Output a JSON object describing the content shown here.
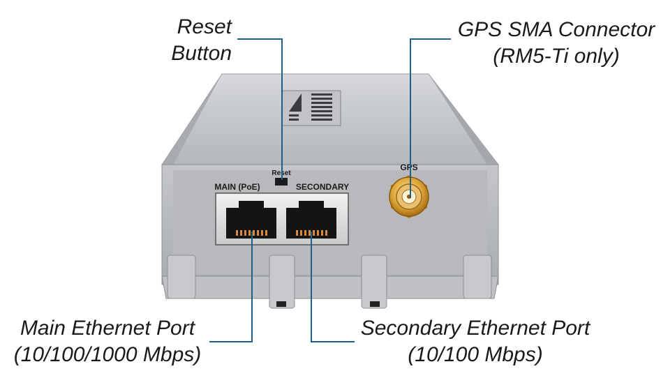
{
  "callouts": {
    "reset": {
      "line1": "Reset",
      "line2": "Button"
    },
    "gps": {
      "line1": "GPS SMA Connector",
      "line2": "(RM5-Ti only)"
    },
    "main_port": {
      "line1": "Main Ethernet Port",
      "line2": "(10/100/1000 Mbps)"
    },
    "secondary_port": {
      "line1": "Secondary Ethernet Port",
      "line2": "(10/100 Mbps)"
    }
  },
  "device": {
    "labels": {
      "reset": "Reset",
      "main": "MAIN (PoE)",
      "secondary": "SECONDARY",
      "gps": "GPS"
    },
    "colors": {
      "body": "#b9bbbe",
      "top": "#c9cbce",
      "shadow": "#9fa2a6",
      "leader_line": "#1f5f86",
      "connector_gold": "#d9a63a"
    }
  }
}
